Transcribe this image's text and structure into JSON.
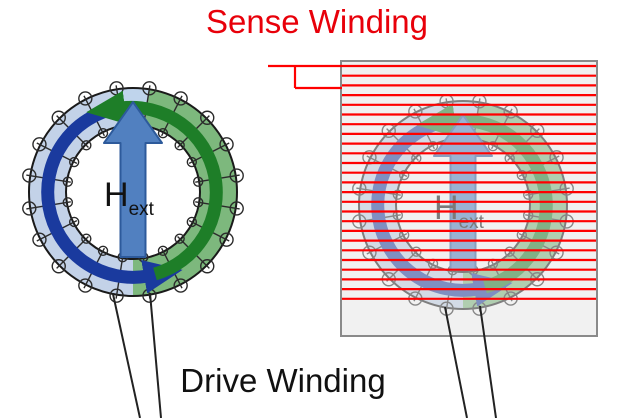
{
  "labels": {
    "sense_winding": "Sense Winding",
    "drive_winding": "Drive Winding",
    "field": "H",
    "field_sub": "ext"
  },
  "colors": {
    "title_red": "#e8000a",
    "wire_red": "#ff0000",
    "field_arrow_fill": "#5180c0",
    "field_arrow_stroke": "#2d5a9b",
    "drive_arrow_blue": "#1a3a9e",
    "drive_arrow_green": "#1e7e28",
    "ring_left_fill": "#c3d2e8",
    "ring_right_fill": "#7db87d",
    "ring_top_fill": "#bfd4ec",
    "ring_outline": "#1a1a1a",
    "winding_mark": "#2b2b2b",
    "overlay_fill": "#e4e4e4",
    "overlay_stroke": "#8a8a8a",
    "lead_black": "#222222",
    "text_black": "#111111"
  },
  "sense_coil": {
    "turns": 25
  },
  "drive_coil": {
    "turns_per_core": 20
  }
}
